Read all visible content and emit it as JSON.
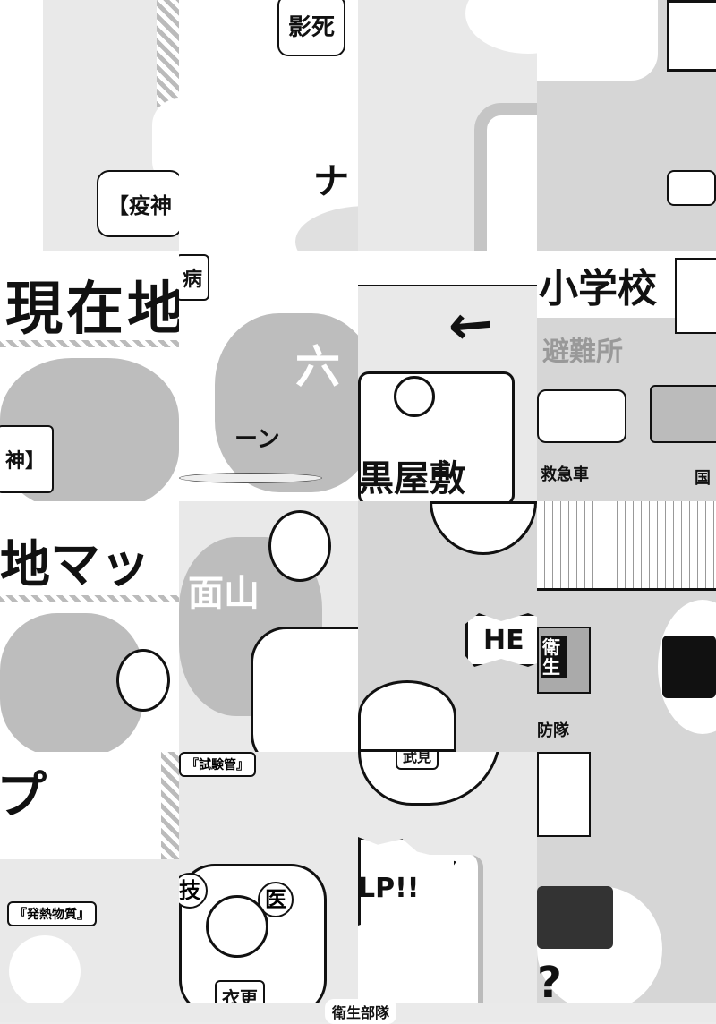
{
  "tiles": {
    "t00": {
      "text": "【疫神"
    },
    "t10": {
      "text": "影死",
      "kana": "ナ"
    },
    "t01": {
      "title": "現在地",
      "tag": "神】"
    },
    "t11": {
      "text": "病",
      "mountain": "六",
      "sfx": "ーン"
    },
    "t21": {
      "place": "黒屋敷"
    },
    "t31": {
      "school": "小学校",
      "shelter": "避難所",
      "ambulance": "救急車",
      "partial": "国"
    },
    "t02": {
      "title": "地マッ"
    },
    "t12": {
      "mountain": "面山"
    },
    "t22": {
      "shout": "HE"
    },
    "t32": {
      "truck": "衛生",
      "label": "防隊"
    },
    "t03": {
      "title": "プ",
      "item": "『発熱物質』"
    },
    "t13": {
      "item": "『試験管』",
      "badge1": "技",
      "badge2": "医",
      "name": "衣更"
    },
    "t23": {
      "shout": "LP!!",
      "name": "武見"
    },
    "t33": {
      "mark": "?"
    }
  },
  "bottom": {
    "label": "衛生部隊"
  }
}
